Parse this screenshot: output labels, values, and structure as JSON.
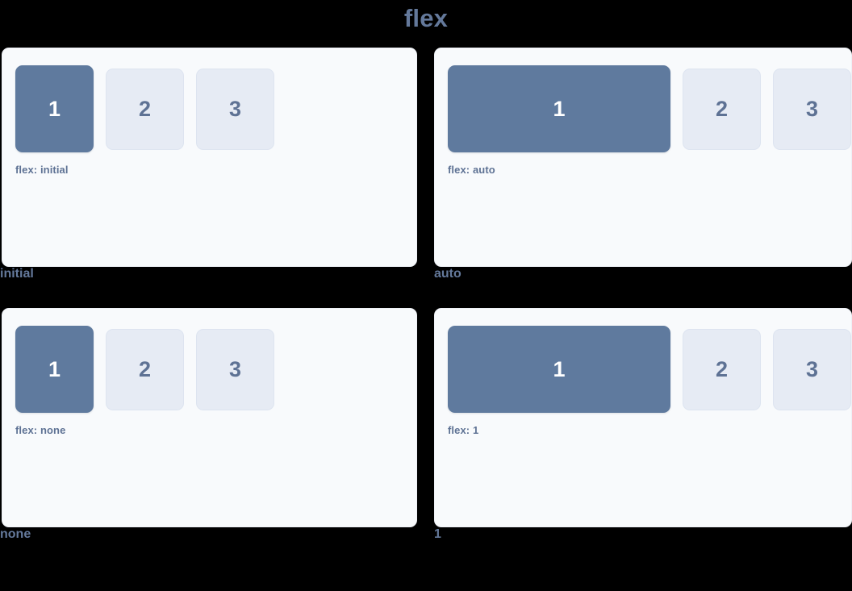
{
  "title": "flex",
  "theme": {
    "page_background": "#000000",
    "panel_background": "#f8fafc",
    "title_color": "#64799b",
    "primary_box_color": "#5f7a9e",
    "secondary_box_color": "#e6ebf4",
    "secondary_box_text_color": "#5e7294",
    "primary_box_text_color": "#ffffff",
    "caption_color": "#64799b"
  },
  "demos": [
    {
      "caption": "initial",
      "flex_label": "flex: initial",
      "variant": "initial",
      "boxes": [
        {
          "label": "1",
          "style": "primary"
        },
        {
          "label": "2",
          "style": "secondary"
        },
        {
          "label": "3",
          "style": "secondary"
        }
      ]
    },
    {
      "caption": "auto",
      "flex_label": "flex: auto",
      "variant": "auto",
      "boxes": [
        {
          "label": "1",
          "style": "primary"
        },
        {
          "label": "2",
          "style": "secondary"
        },
        {
          "label": "3",
          "style": "secondary"
        }
      ]
    },
    {
      "caption": "none",
      "flex_label": "flex: none",
      "variant": "none",
      "boxes": [
        {
          "label": "1",
          "style": "primary"
        },
        {
          "label": "2",
          "style": "secondary"
        },
        {
          "label": "3",
          "style": "secondary"
        }
      ]
    },
    {
      "caption": "1",
      "flex_label": "flex: 1",
      "variant": "1",
      "boxes": [
        {
          "label": "1",
          "style": "primary"
        },
        {
          "label": "2",
          "style": "secondary"
        },
        {
          "label": "3",
          "style": "secondary"
        }
      ]
    }
  ]
}
